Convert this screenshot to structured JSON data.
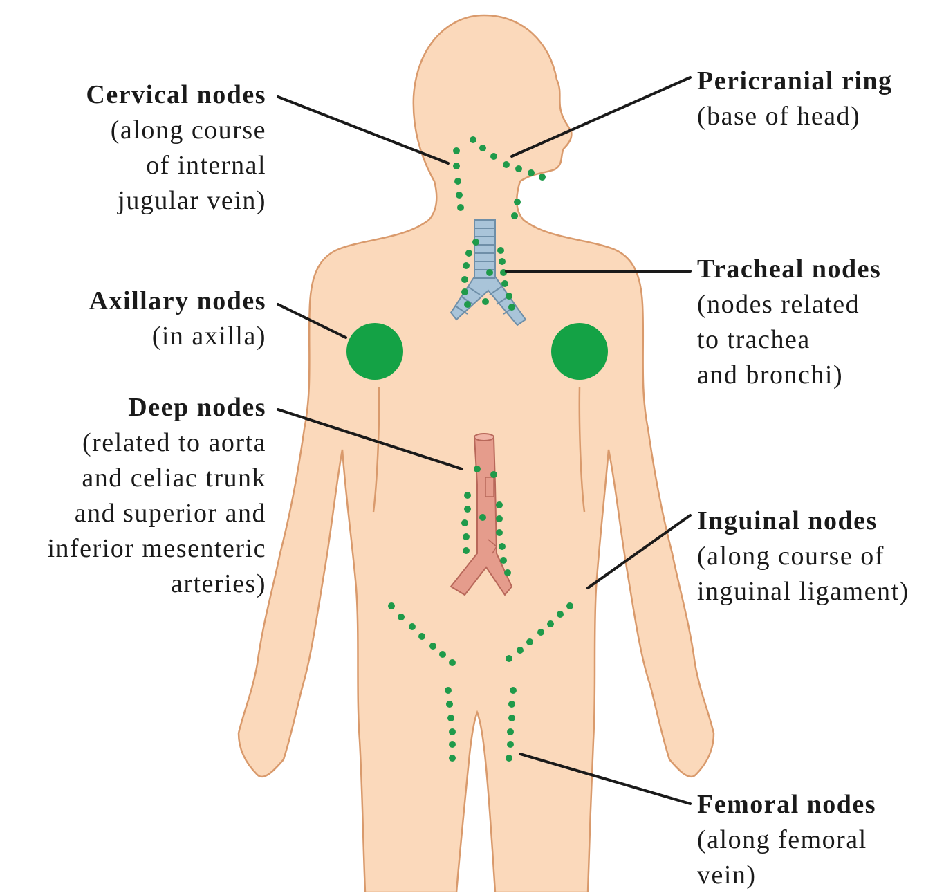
{
  "colors": {
    "skin": "#fbd9bb",
    "outline": "#d99a6c",
    "node": "#1f9a4a",
    "axillary": "#14a245",
    "trachea": "#a9c4d9",
    "aorta": "#e59c8c",
    "leader": "#1a1a1a"
  },
  "labels": {
    "cervical": {
      "title": "Cervical nodes",
      "desc": "(along course\nof internal\njugular vein)"
    },
    "pericranial": {
      "title": "Pericranial ring",
      "desc": "(base of head)"
    },
    "tracheal": {
      "title": "Tracheal nodes",
      "desc": "(nodes related\nto trachea\nand bronchi)"
    },
    "axillary": {
      "title": "Axillary nodes",
      "desc": "(in axilla)"
    },
    "deep": {
      "title": "Deep nodes",
      "desc": "(related to aorta\nand celiac trunk\nand superior and\ninferior mesenteric\narteries)"
    },
    "inguinal": {
      "title": "Inguinal nodes",
      "desc": "(along course of\ninguinal ligament)"
    },
    "femoral": {
      "title": "Femoral nodes",
      "desc": "(along femoral\nvein)"
    }
  }
}
